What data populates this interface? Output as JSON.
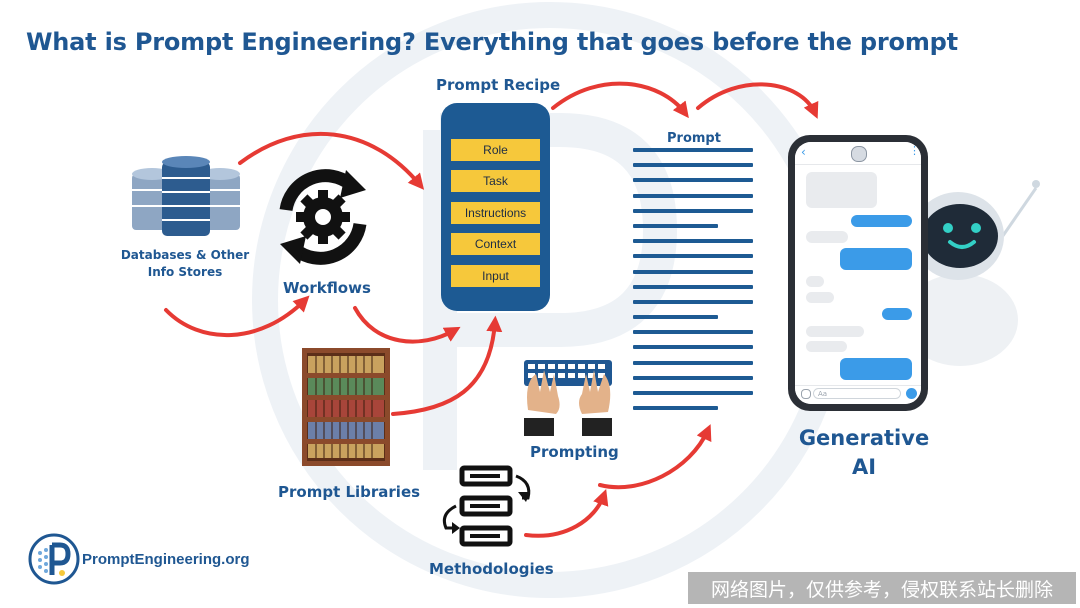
{
  "title": "What is Prompt Engineering? Everything that goes before the prompt",
  "recipe": {
    "heading": "Prompt Recipe",
    "items": [
      "Role",
      "Task",
      "Instructions",
      "Context",
      "Input"
    ]
  },
  "prompt_heading": "Prompt",
  "sources": {
    "databases": "Databases & Other Info Stores",
    "workflows": "Workflows",
    "libraries": "Prompt Libraries",
    "prompting": "Prompting",
    "methodologies": "Methodologies"
  },
  "output": {
    "line1": "Generative",
    "line2": "AI"
  },
  "phone": {
    "input_placeholder": "Aa"
  },
  "footer": {
    "brand": "PromptEngineering.org"
  },
  "credit_text": "网络图片，仅供参考，侵权联系站长删除",
  "colors": {
    "brand_blue": "#1f5792",
    "recipe_yellow": "#f6c83b",
    "arrow_red": "#e63a34",
    "chat_blue": "#3b9be8"
  }
}
